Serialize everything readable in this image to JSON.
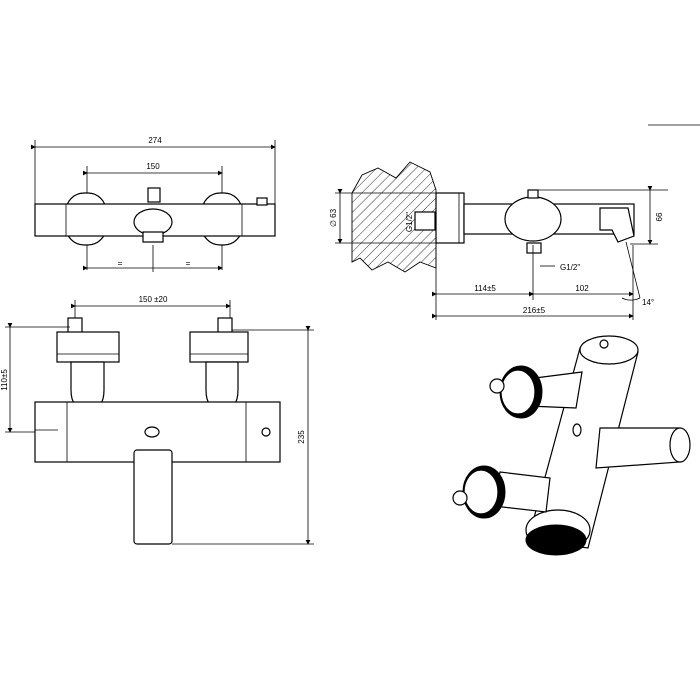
{
  "top_view": {
    "overall_width": "274",
    "center_distance": "150",
    "offset_marker_left": "=",
    "offset_marker_right": "="
  },
  "front_view": {
    "center_distance": "150 ±20",
    "vertical_offset": "110±5",
    "overall_height": "235"
  },
  "side_view": {
    "diameter": "∅ 63",
    "inlet_thread": "G1/2\"",
    "outlet_thread": "G1/2\"",
    "spout_height": "66",
    "wall_to_axis": "114±5",
    "axis_to_spout": "102",
    "total_depth": "216±5",
    "spout_angle": "14°"
  }
}
